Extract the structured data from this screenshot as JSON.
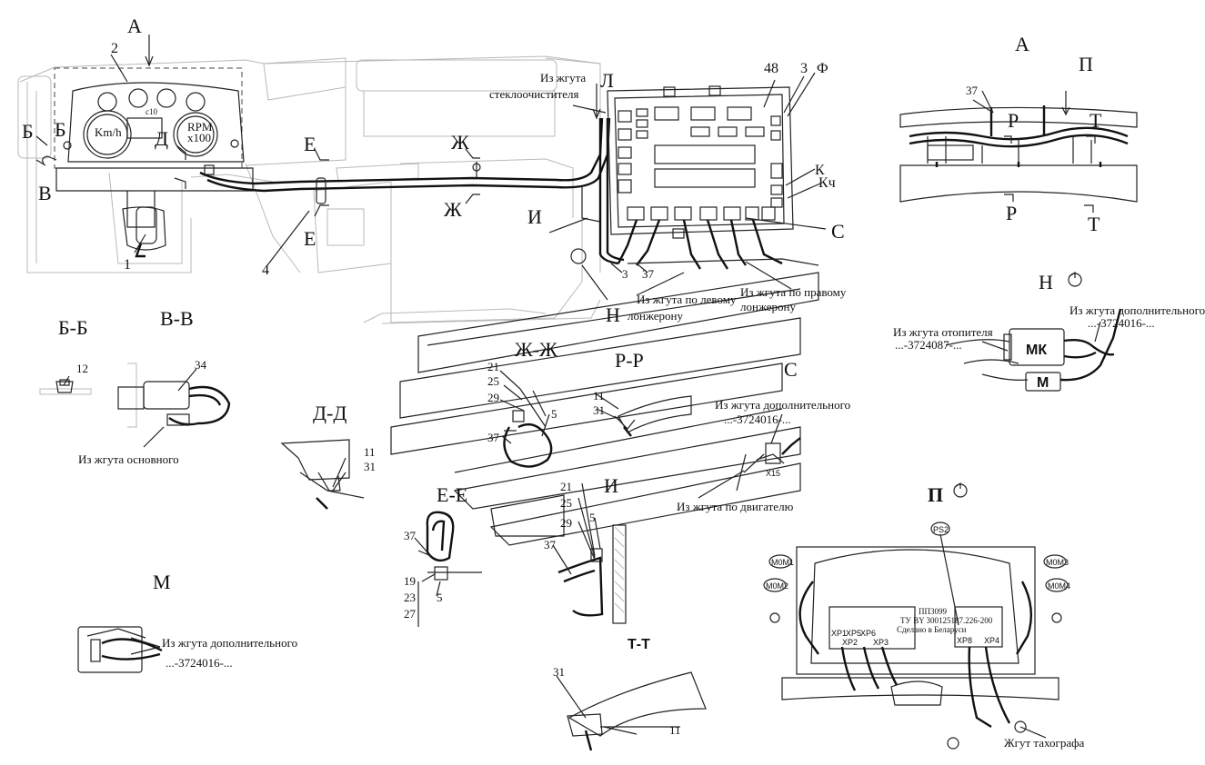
{
  "views": {
    "A": "А",
    "P_view": "П",
    "BB": "Б-Б",
    "VV": "В-В",
    "DD": "Д-Д",
    "ZhZh": "Ж-Ж",
    "RR": "Р-Р",
    "EE": "Е-Е",
    "TT": "Т-Т",
    "M": "М",
    "N": "Н",
    "S": "С",
    "I": "И",
    "P2": "П"
  },
  "markers": {
    "A": "А",
    "B": "Б",
    "V": "В",
    "D": "Д",
    "E": "Е",
    "Zh": "Ж",
    "L": "Л",
    "F": "Ф",
    "K": "К",
    "Kch": "Кч",
    "S": "С",
    "I": "И",
    "N": "Н",
    "R": "Р",
    "T": "Т",
    "P": "П"
  },
  "gauge_text": {
    "kmh": "Km/h",
    "rpm": "RPM",
    "x100": "x100",
    "c10": "c10"
  },
  "numbers": {
    "n1": "1",
    "n2": "2",
    "n3": "3",
    "n4": "4",
    "n5": "5",
    "n11": "11",
    "n12": "12",
    "n19": "19",
    "n21": "21",
    "n23": "23",
    "n25": "25",
    "n27": "27",
    "n29": "29",
    "n31": "31",
    "n34": "34",
    "n37": "37",
    "n48": "48"
  },
  "notes": {
    "wiper_1": "Из жгута",
    "wiper_2": "стеклоочистителя",
    "left_1": "Из жгута по левому",
    "left_2": "лонжерону",
    "right_1": "Из жгута по правому",
    "right_2": "лонжерону",
    "main": "Из жгута основного",
    "extra": "Из жгута дополнительного",
    "extra_code": "...-3724016-...",
    "heater": "Из жгута отопителя",
    "heater_code": "...-3724087-...",
    "engine": "Из жгута по двигателю",
    "tacho": "Жгут тахографа",
    "x15": "X15"
  },
  "connectors": {
    "MK": "МК",
    "M": "М"
  },
  "tacho_panel": {
    "line1": "ПП3099",
    "line2": "ТУ BY 300125187.226-200",
    "line3": "Сделано в Беларуси",
    "ps": "PS2",
    "xp1": "XP1",
    "xp2": "XP2",
    "xp3": "XP3",
    "xp4": "XP4",
    "xp5": "XP5",
    "xp6": "XP6",
    "xp8": "XP8",
    "m1": "M0M1",
    "m2": "M0M2",
    "m3": "M0M3",
    "m4": "M0M4"
  }
}
